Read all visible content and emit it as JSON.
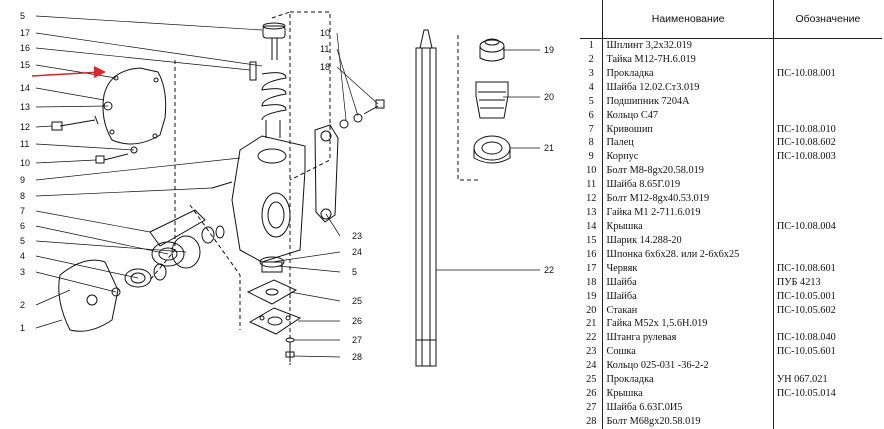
{
  "diagram": {
    "callouts_left": [
      "5",
      "17",
      "16",
      "15",
      "14",
      "13",
      "12",
      "11",
      "10",
      "9",
      "8",
      "7",
      "6",
      "5",
      "4",
      "3",
      "2",
      "1"
    ],
    "callouts_mid": [
      "10",
      "11",
      "18"
    ],
    "callouts_bottom": [
      "23",
      "24",
      "5",
      "25",
      "26",
      "27",
      "28"
    ],
    "callouts_right": [
      "19",
      "20",
      "21",
      "22"
    ],
    "arrow_color": "#d9262a"
  },
  "table": {
    "headers": {
      "num": "",
      "name": "Наименование",
      "code": "Обозначение"
    },
    "rows": [
      {
        "num": "1",
        "name": "Шплинт 3,2х32.019",
        "code": ""
      },
      {
        "num": "2",
        "name": "Тайка М12-7Н.6.019",
        "code": ""
      },
      {
        "num": "3",
        "name": "Прокладка",
        "code": "ПС-10.08.001"
      },
      {
        "num": "4",
        "name": "Шайба 12.02.Ст3.019",
        "code": ""
      },
      {
        "num": "5",
        "name": "Подшипник 7204А",
        "code": ""
      },
      {
        "num": "6",
        "name": "Кольцо С47",
        "code": ""
      },
      {
        "num": "7",
        "name": "Кривошип",
        "code": "ПС-10.08.010"
      },
      {
        "num": "8",
        "name": "Палец",
        "code": "ПС-10.08.602"
      },
      {
        "num": "9",
        "name": "Корпус",
        "code": "ПС-10.08.003"
      },
      {
        "num": "10",
        "name": "Болт М8-8gх20.58.019",
        "code": ""
      },
      {
        "num": "11",
        "name": "Шайба 8.65Г.019",
        "code": ""
      },
      {
        "num": "12",
        "name": "Болт М12-8gх40.53.019",
        "code": ""
      },
      {
        "num": "13",
        "name": "Гайка М1 2-711.6.019",
        "code": ""
      },
      {
        "num": "14",
        "name": "Крышка",
        "code": "ПС-10.08.004"
      },
      {
        "num": "15",
        "name": "Шарик 14.288-20",
        "code": ""
      },
      {
        "num": "16",
        "name": "Шпонка 6х6х28. или 2-6х6х25",
        "code": ""
      },
      {
        "num": "17",
        "name": "Червяк",
        "code": "ПС-10.08.601"
      },
      {
        "num": "18",
        "name": "Шайба",
        "code": "ПУБ 4213"
      },
      {
        "num": "19",
        "name": "Шайба",
        "code": "ПС-10.05.001"
      },
      {
        "num": "20",
        "name": "Стакан",
        "code": "ПС-10.05.602"
      },
      {
        "num": "21",
        "name": "Гайка М52х 1,5.6Н.019",
        "code": ""
      },
      {
        "num": "22",
        "name": "Штанга рулевая",
        "code": "ПС-10.08.040"
      },
      {
        "num": "23",
        "name": "Сошка",
        "code": "ПС-10.05.601"
      },
      {
        "num": "24",
        "name": "Кольцо 025-031 -36-2-2",
        "code": ""
      },
      {
        "num": "25",
        "name": "Прокладка",
        "code": "УН 067.021"
      },
      {
        "num": "26",
        "name": "Крышка",
        "code": "ПС-10.05.014"
      },
      {
        "num": "27",
        "name": "Шайба 6.63Г.0И5",
        "code": ""
      },
      {
        "num": "28",
        "name": "Болт М68gх20.58.019",
        "code": ""
      }
    ]
  }
}
